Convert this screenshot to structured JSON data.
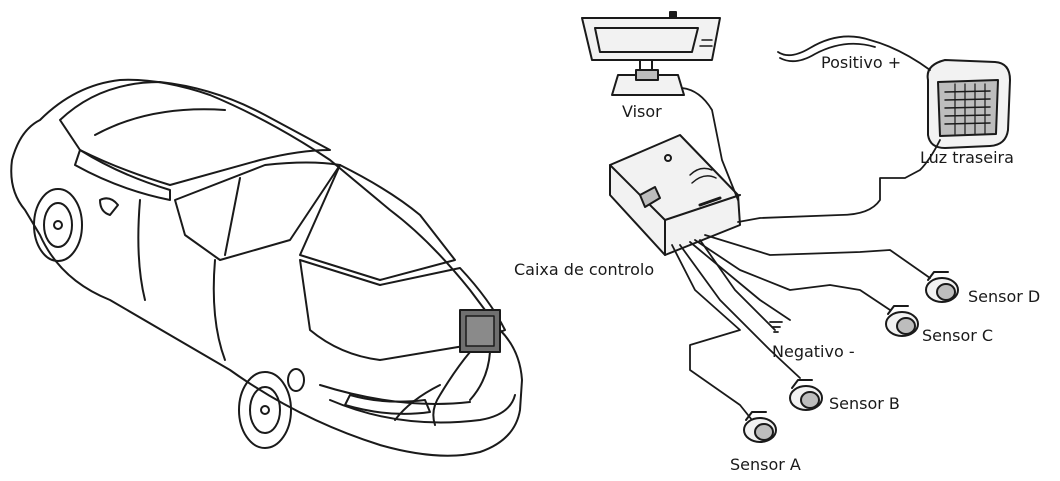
{
  "labels": {
    "visor": "Visor",
    "positivo": "Positivo +",
    "luz_traseira": "Luz traseira",
    "caixa_de_controlo": "Caixa de controlo",
    "negativo": "Negativo -",
    "sensor_a": "Sensor A",
    "sensor_b": "Sensor B",
    "sensor_c": "Sensor C",
    "sensor_d": "Sensor D"
  },
  "colors": {
    "line": "#1a1a1a",
    "device_fill": "#f2f2f2",
    "device_shade": "#bdbdbd",
    "box_dark": "#6f6f6f"
  }
}
